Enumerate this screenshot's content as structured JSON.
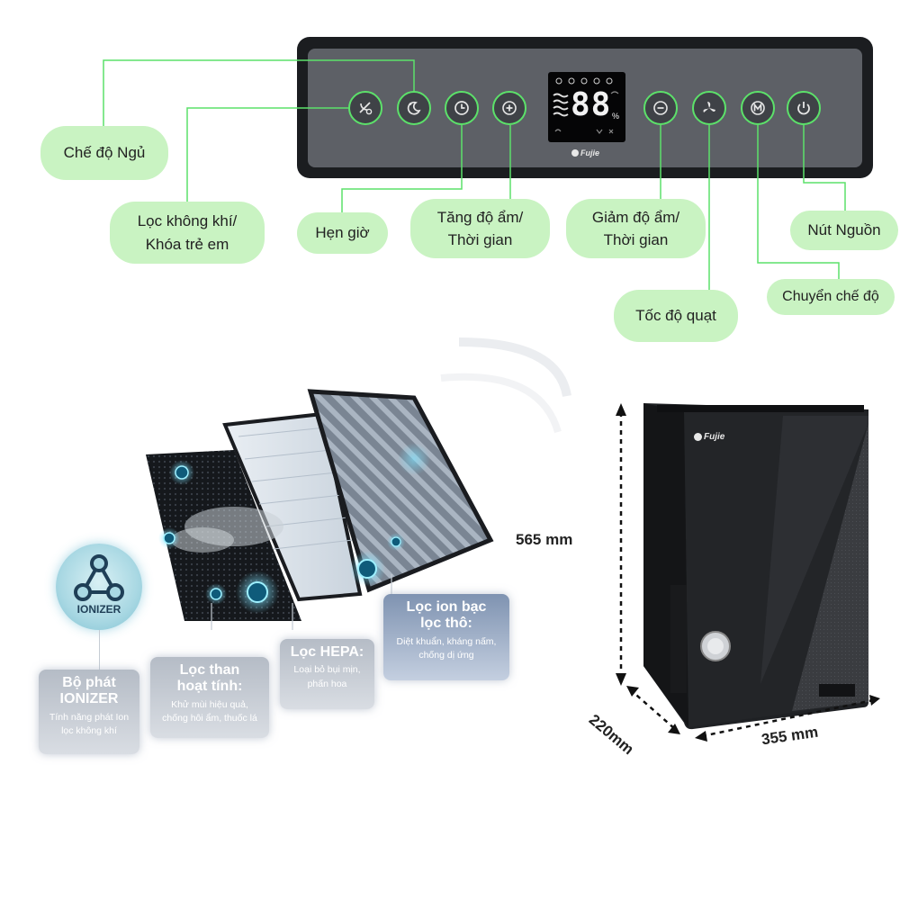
{
  "panel": {
    "display_digits": "88",
    "display_unit": "%",
    "brand": "Fujie"
  },
  "callouts": {
    "sleep_mode": "Chế độ Ngủ",
    "air_filter_line1": "Lọc không khí/",
    "air_filter_line2": "Khóa trẻ em",
    "timer": "Hẹn giờ",
    "humidity_up_line1": "Tăng độ ẩm/",
    "humidity_up_line2": "Thời gian",
    "humidity_down_line1": "Giảm độ ẩm/",
    "humidity_down_line2": "Thời gian",
    "fan_speed": "Tốc độ quạt",
    "power_button": "Nút Nguồn",
    "mode_switch": "Chuyển chế độ"
  },
  "ionizer": {
    "badge": "IONIZER",
    "title_line1": "Bộ phát",
    "title_line2": "IONIZER",
    "desc_line1": "Tính năng phát Ion",
    "desc_line2": "lọc không khí"
  },
  "filters": {
    "carbon": {
      "title_line1": "Lọc than",
      "title_line2": "hoạt tính:",
      "desc_line1": "Khử mùi hiệu quả,",
      "desc_line2": "chống hôi ẩm, thuốc lá"
    },
    "hepa": {
      "title": "Lọc HEPA:",
      "desc_line1": "Loại bỏ bụi mịn,",
      "desc_line2": "phấn hoa"
    },
    "silver": {
      "title_line1": "Lọc ion bạc",
      "title_line2": "lọc thô:",
      "desc_line1": "Diệt khuẩn, kháng nấm,",
      "desc_line2": "chống dị ứng"
    }
  },
  "dimensions": {
    "height": "565 mm",
    "depth": "220mm",
    "width": "355 mm"
  },
  "product": {
    "brand": "Fujie"
  },
  "colors": {
    "accent_green": "#5ce16a",
    "callout_bg": "#c9f3c2",
    "panel_dark": "#1b1d20",
    "panel_grey": "#5d6066"
  }
}
